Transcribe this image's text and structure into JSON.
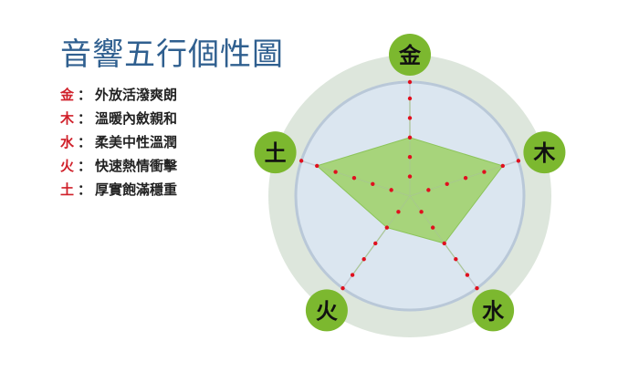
{
  "title": "音響五行個性圖",
  "legend": [
    {
      "element": "金",
      "desc": "外放活潑爽朗"
    },
    {
      "element": "木",
      "desc": "溫暖內斂親和"
    },
    {
      "element": "水",
      "desc": "柔美中性溫潤"
    },
    {
      "element": "火",
      "desc": "快速熱情衝擊"
    },
    {
      "element": "土",
      "desc": "厚實飽滿穩重"
    }
  ],
  "chart_data": {
    "type": "radar",
    "axes": [
      "金",
      "木",
      "水",
      "火",
      "土"
    ],
    "values": [
      3,
      5,
      3,
      2,
      5
    ],
    "max": 5,
    "colors": {
      "fill": "#9fd16a",
      "axis_badge": "#7cb82f",
      "outer_ring": "#dde6dc",
      "inner_disc": "#dbe6f0",
      "inner_ring_stroke": "#b9c8d8",
      "dot": "#e0101e"
    }
  }
}
